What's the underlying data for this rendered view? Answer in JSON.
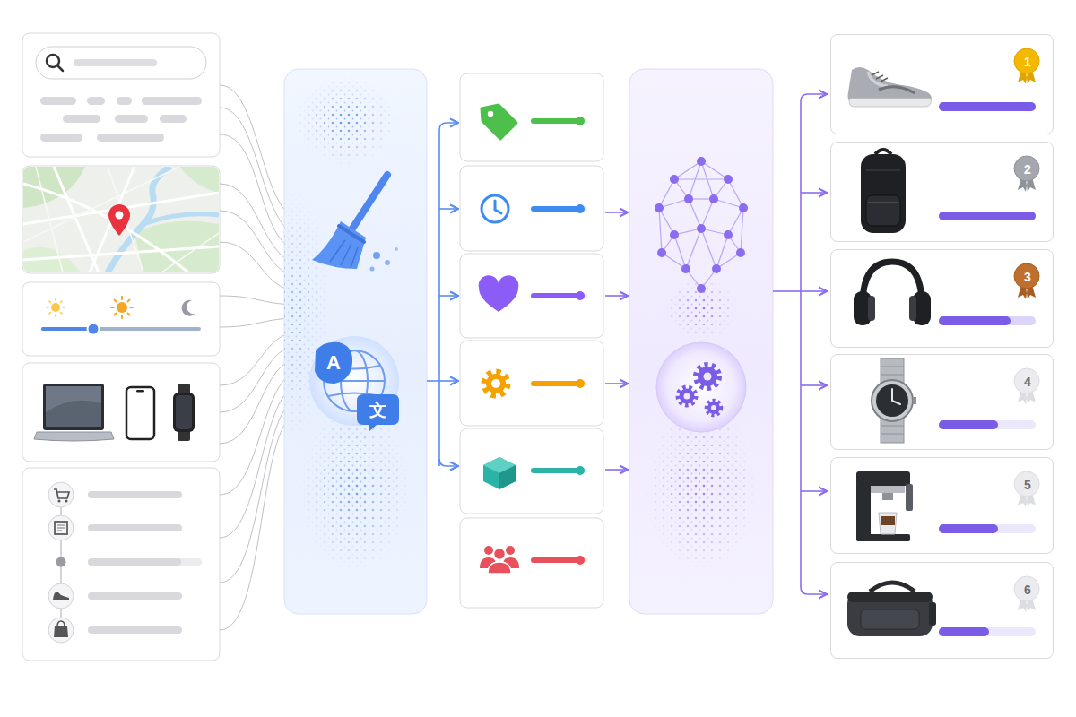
{
  "diagram": {
    "nodes": [
      {
        "text": [
          "1"
        ]
      },
      {
        "text": [
          "2"
        ]
      },
      {
        "text": [
          "3"
        ]
      },
      {
        "text": [
          "4"
        ]
      },
      {
        "text": [
          "5"
        ]
      },
      {
        "text": [
          "6"
        ]
      }
    ],
    "labels": [
      "A",
      "文"
    ]
  }
}
